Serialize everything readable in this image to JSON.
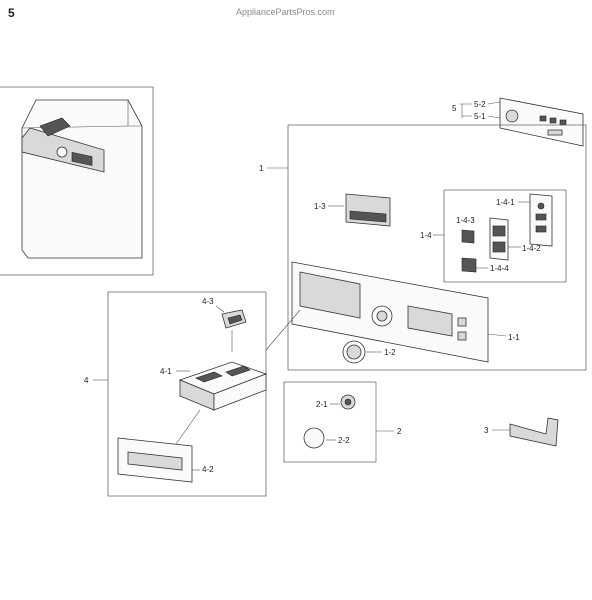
{
  "page_number": "5",
  "watermark": "AppliancePartsPros.com",
  "callouts": {
    "c5": "5",
    "c5_2": "5-2",
    "c5_1": "5-1",
    "c1": "1",
    "c1_3": "1-3",
    "c1_4": "1-4",
    "c1_4_1": "1-4-1",
    "c1_4_3": "1-4-3",
    "c1_4_2": "1-4-2",
    "c1_4_4": "1-4-4",
    "c1_1": "1-1",
    "c1_2": "1-2",
    "c4": "4",
    "c4_3": "4-3",
    "c4_1": "4-1",
    "c4_2": "4-2",
    "c2": "2",
    "c2_1": "2-1",
    "c2_2": "2-2",
    "c3": "3"
  }
}
